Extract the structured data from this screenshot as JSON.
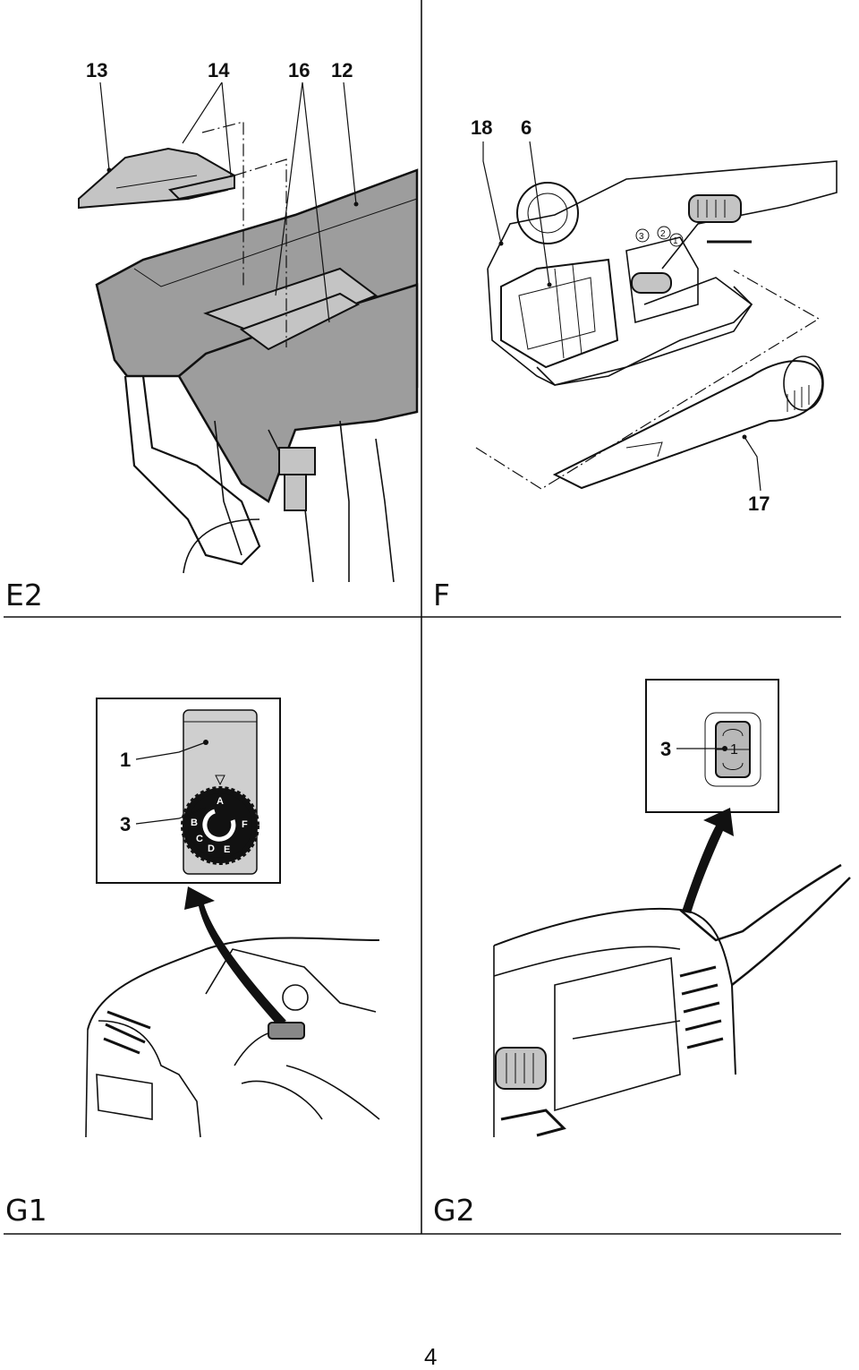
{
  "figures": {
    "e2": {
      "label": "E2",
      "callouts": {
        "c13": "13",
        "c14": "14",
        "c16": "16",
        "c12": "12"
      }
    },
    "f": {
      "label": "F",
      "callouts": {
        "c18": "18",
        "c6": "6",
        "c17": "17"
      },
      "switch_marks": {
        "m3": "3",
        "m2": "2",
        "m1": "1"
      }
    },
    "g1": {
      "label": "G1",
      "callouts": {
        "c1": "1",
        "c3": "3"
      },
      "dial_letters": {
        "a": "A",
        "b": "B",
        "c": "C",
        "d": "D",
        "e": "E",
        "f": "F"
      }
    },
    "g2": {
      "label": "G2",
      "callouts": {
        "c3": "3"
      },
      "switch_mark": "1"
    }
  },
  "page_number": "4"
}
